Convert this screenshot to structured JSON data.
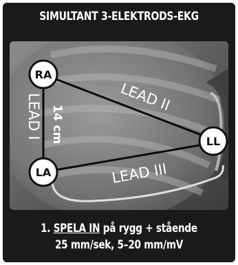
{
  "header": {
    "title": "SIMULTANT 3-ELEKTRODS-EKG"
  },
  "diagram": {
    "electrodes": {
      "ra": "RA",
      "la": "LA",
      "ll": "LL"
    },
    "leads": {
      "lead1": "LEAD I",
      "lead2": "LEAD II",
      "lead3": "LEAD III"
    },
    "distance": "14 cm"
  },
  "footer": {
    "step_number": "1.",
    "step_action": "SPELA IN",
    "step_rest": "på rygg + stående",
    "settings": "25 mm/sek, 5–20 mm/mV"
  },
  "colors": {
    "background": "#1a1a1a",
    "border": "#ffffff",
    "text": "#ffffff"
  }
}
